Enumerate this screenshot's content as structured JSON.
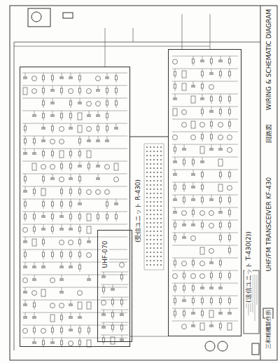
{
  "diagram": {
    "title": "WIRING & SCHEMATIC DIAGRAM",
    "nodes": [
      {
        "text": [
          "(受信ユニット R-430)"
        ]
      },
      {
        "text": [
          "UHF-070"
        ],
        "in": 0
      },
      {
        "text": [
          "(送信ユニット T-430(2))"
        ]
      }
    ],
    "edges": [
      {
        "from": 0,
        "to": 2,
        "arrow": "none"
      }
    ],
    "labels": [
      "UHF/FM TRANSCEIVER KF-430",
      "回路図",
      "三和精機製作所"
    ]
  }
}
